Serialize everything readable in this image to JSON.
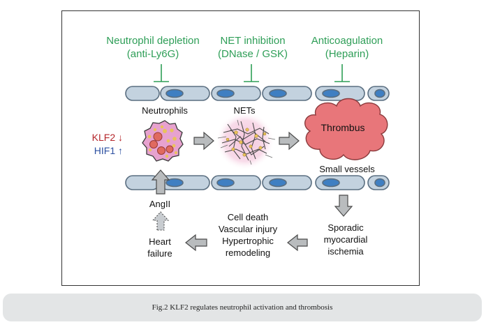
{
  "colors": {
    "green": "#2e9e57",
    "klf2_red": "#b5262b",
    "hif1_blue": "#2b4fa0",
    "cell_fill": "#c3d2df",
    "cell_stroke": "#5a6e80",
    "nucleus_fill": "#3f7fc2",
    "neutrophil_fill": "#e7a2cf",
    "neutrophil_nucleus": "#e06a5f",
    "granule": "#e9c25a",
    "thrombus_fill": "#e8767a",
    "arrow_fill": "#b9bcbe"
  },
  "inhibitors": [
    {
      "title": "Neutrophil depletion",
      "detail": "(anti-Ly6G)"
    },
    {
      "title": "NET inhibition",
      "detail": "(DNase / GSK)"
    },
    {
      "title": "Anticoagulation",
      "detail": "(Heparin)"
    }
  ],
  "labels": {
    "neutrophils": "Neutrophils",
    "nets": "NETs",
    "thrombus": "Thrombus",
    "small_vessels": "Small vessels",
    "klf2": "KLF2",
    "klf2_arrow": "↓",
    "hif1": "HIF1",
    "hif1_arrow": "↑",
    "angii": "AngII",
    "heart_failure_1": "Heart",
    "heart_failure_2": "failure",
    "damage_1": "Cell death",
    "damage_2": "Vascular injury",
    "damage_3": "Hypertrophic",
    "damage_4": "remodeling",
    "ischemia_1": "Sporadic",
    "ischemia_2": "myocardial",
    "ischemia_3": "ischemia"
  },
  "caption": "Fig.2 KLF2 regulates neutrophil activation and thrombosis"
}
